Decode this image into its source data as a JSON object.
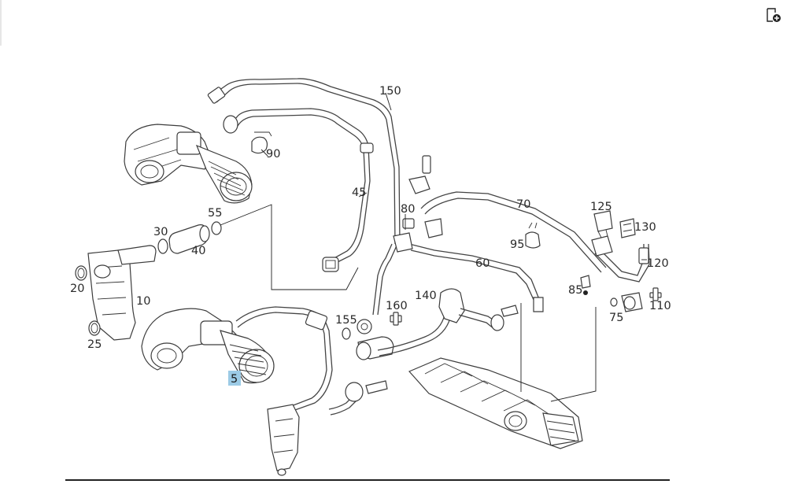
{
  "toolbar": {
    "icon": "add-to-list-icon"
  },
  "diagram": {
    "callouts": [
      {
        "id": "c5",
        "text": "5",
        "highlighted": true
      },
      {
        "id": "c10",
        "text": "10"
      },
      {
        "id": "c20",
        "text": "20"
      },
      {
        "id": "c25",
        "text": "25"
      },
      {
        "id": "c30",
        "text": "30"
      },
      {
        "id": "c40",
        "text": "40"
      },
      {
        "id": "c45",
        "text": "45"
      },
      {
        "id": "c55",
        "text": "55"
      },
      {
        "id": "c60",
        "text": "60"
      },
      {
        "id": "c70",
        "text": "70"
      },
      {
        "id": "c75",
        "text": "75"
      },
      {
        "id": "c80",
        "text": "80"
      },
      {
        "id": "c85",
        "text": "85"
      },
      {
        "id": "c90",
        "text": "90"
      },
      {
        "id": "c95",
        "text": "95"
      },
      {
        "id": "c110",
        "text": "110"
      },
      {
        "id": "c120",
        "text": "120"
      },
      {
        "id": "c125",
        "text": "125"
      },
      {
        "id": "c130",
        "text": "130"
      },
      {
        "id": "c140",
        "text": "140"
      },
      {
        "id": "c150",
        "text": "150"
      },
      {
        "id": "c155",
        "text": "155"
      },
      {
        "id": "c160",
        "text": "160"
      }
    ],
    "highlight_color": "#9ccbe6"
  }
}
